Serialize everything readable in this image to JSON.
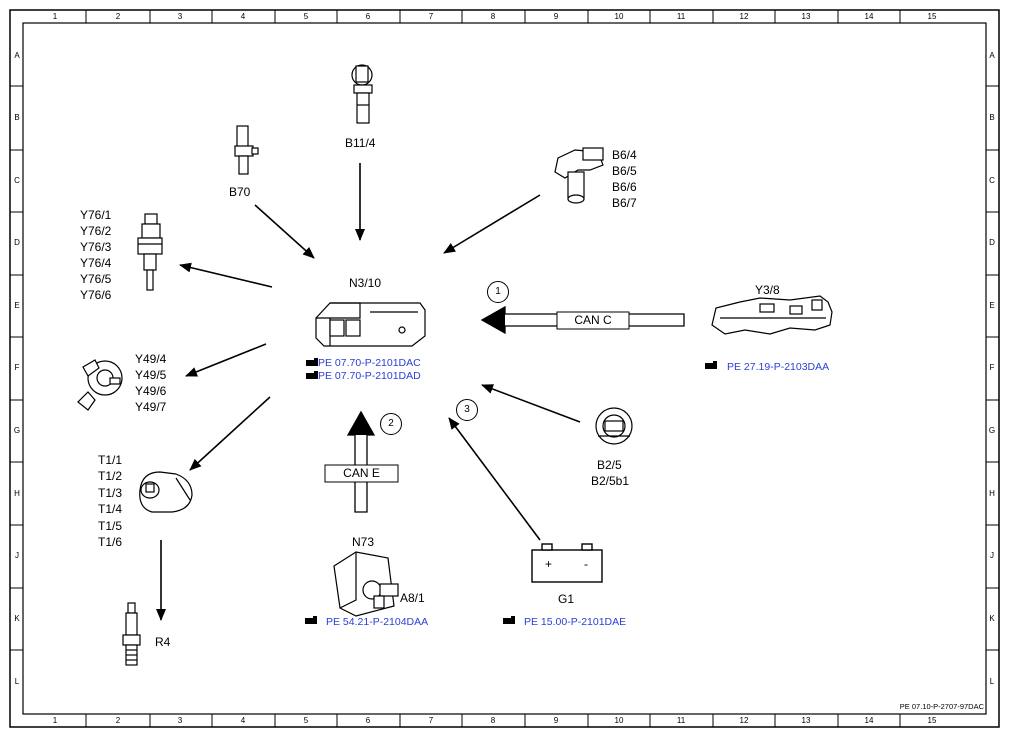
{
  "grid": {
    "columns": [
      "1",
      "2",
      "3",
      "4",
      "5",
      "6",
      "7",
      "8",
      "9",
      "10",
      "11",
      "12",
      "13",
      "14",
      "15"
    ],
    "rows": [
      "A",
      "B",
      "C",
      "D",
      "E",
      "F",
      "G",
      "H",
      "J",
      "K",
      "L"
    ]
  },
  "components": {
    "n3_10": {
      "label": "N3/10",
      "refs": [
        "PE 07.70-P-2101DAC",
        "PE 07.70-P-2101DAD"
      ]
    },
    "b11_4": {
      "label": "B11/4"
    },
    "b70": {
      "label": "B70"
    },
    "b6": {
      "labels": [
        "B6/4",
        "B6/5",
        "B6/6",
        "B6/7"
      ]
    },
    "y76": {
      "labels": [
        "Y76/1",
        "Y76/2",
        "Y76/3",
        "Y76/4",
        "Y76/5",
        "Y76/6"
      ]
    },
    "y49": {
      "labels": [
        "Y49/4",
        "Y49/5",
        "Y49/6",
        "Y49/7"
      ]
    },
    "t1": {
      "labels": [
        "T1/1",
        "T1/2",
        "T1/3",
        "T1/4",
        "T1/5",
        "T1/6"
      ]
    },
    "r4": {
      "label": "R4"
    },
    "y3_8": {
      "label": "Y3/8",
      "ref": "PE 27.19-P-2103DAA"
    },
    "b2_5": {
      "labels": [
        "B2/5",
        "B2/5b1"
      ]
    },
    "n73": {
      "label": "N73",
      "ref": "PE 54.21-P-2104DAA"
    },
    "a8_1": {
      "label": "A8/1"
    },
    "g1": {
      "label": "G1",
      "ref": "PE 15.00-P-2101DAE",
      "plus": "+",
      "minus": "-"
    }
  },
  "buses": {
    "can_c": {
      "label": "CAN C",
      "marker": "1"
    },
    "can_e": {
      "label": "CAN E",
      "marker": "2"
    },
    "power": {
      "marker": "3"
    }
  },
  "doc_id": "PE 07.10-P-2707-97DAC",
  "colors": {
    "reference_link": "#2b3fd6",
    "line": "#000000"
  },
  "icons": {
    "reference": "pointing-hand-icon"
  }
}
